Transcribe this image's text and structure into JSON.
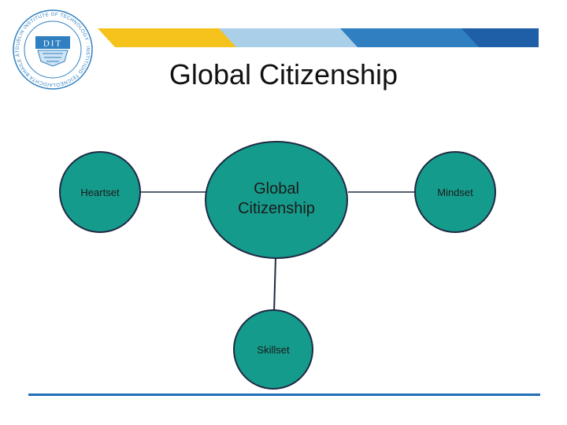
{
  "slide": {
    "title": "Global Citizenship"
  },
  "logo": {
    "icon": "dit-crest-icon",
    "text": "DIT",
    "ring_text": "DUBLIN INSTITUTE OF TECHNOLOGY · INSTITIÚID TEICNEOLAÍOCHTA BHAILE ÁTHA CLIATH"
  },
  "diagram": {
    "center": {
      "label": "Global Citizenship"
    },
    "left": {
      "label": "Heartset"
    },
    "right": {
      "label": "Mindset"
    },
    "bottom": {
      "label": "Skillset"
    },
    "colors": {
      "node_fill": "#159b8b",
      "node_stroke": "#1f2a44",
      "connector": "#1f2a44"
    }
  },
  "theme": {
    "banner_yellow": "#f6c21c",
    "banner_light_blue": "#a9cfe9",
    "banner_blue": "#2f7fc1",
    "banner_dark_blue": "#1f5fa8",
    "rule_blue": "#1f6fb5"
  }
}
